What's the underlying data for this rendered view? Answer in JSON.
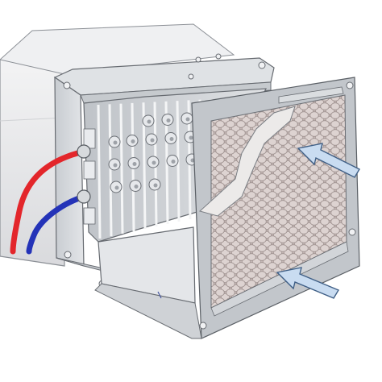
{
  "figure": {
    "subject": "heat-exchanger-cutaway",
    "components": [
      {
        "id": "duct",
        "icon": "duct-body"
      },
      {
        "id": "housing",
        "icon": "cassette-housing"
      },
      {
        "id": "header",
        "icon": "manifold-header"
      },
      {
        "id": "core",
        "icon": "honeycomb-core"
      },
      {
        "id": "supply-hose",
        "icon": "hose-hot",
        "color": "#e3262b"
      },
      {
        "id": "return-hose",
        "icon": "hose-cold",
        "color": "#2433b8"
      },
      {
        "id": "flow-arrow-upper",
        "icon": "arrow-icon"
      },
      {
        "id": "flow-arrow-lower",
        "icon": "arrow-icon"
      }
    ]
  },
  "colors": {
    "hot_hose": "#e3262b",
    "cold_hose": "#2433b8",
    "duct": "#e9eaec",
    "frame": "#d4d7db",
    "frame_dark": "#b7bbc0",
    "core_cell": "#d2c6c4",
    "arrow_fill": "#c9dcf1",
    "arrow_stroke": "#3f5f86",
    "outline": "#555a60"
  }
}
